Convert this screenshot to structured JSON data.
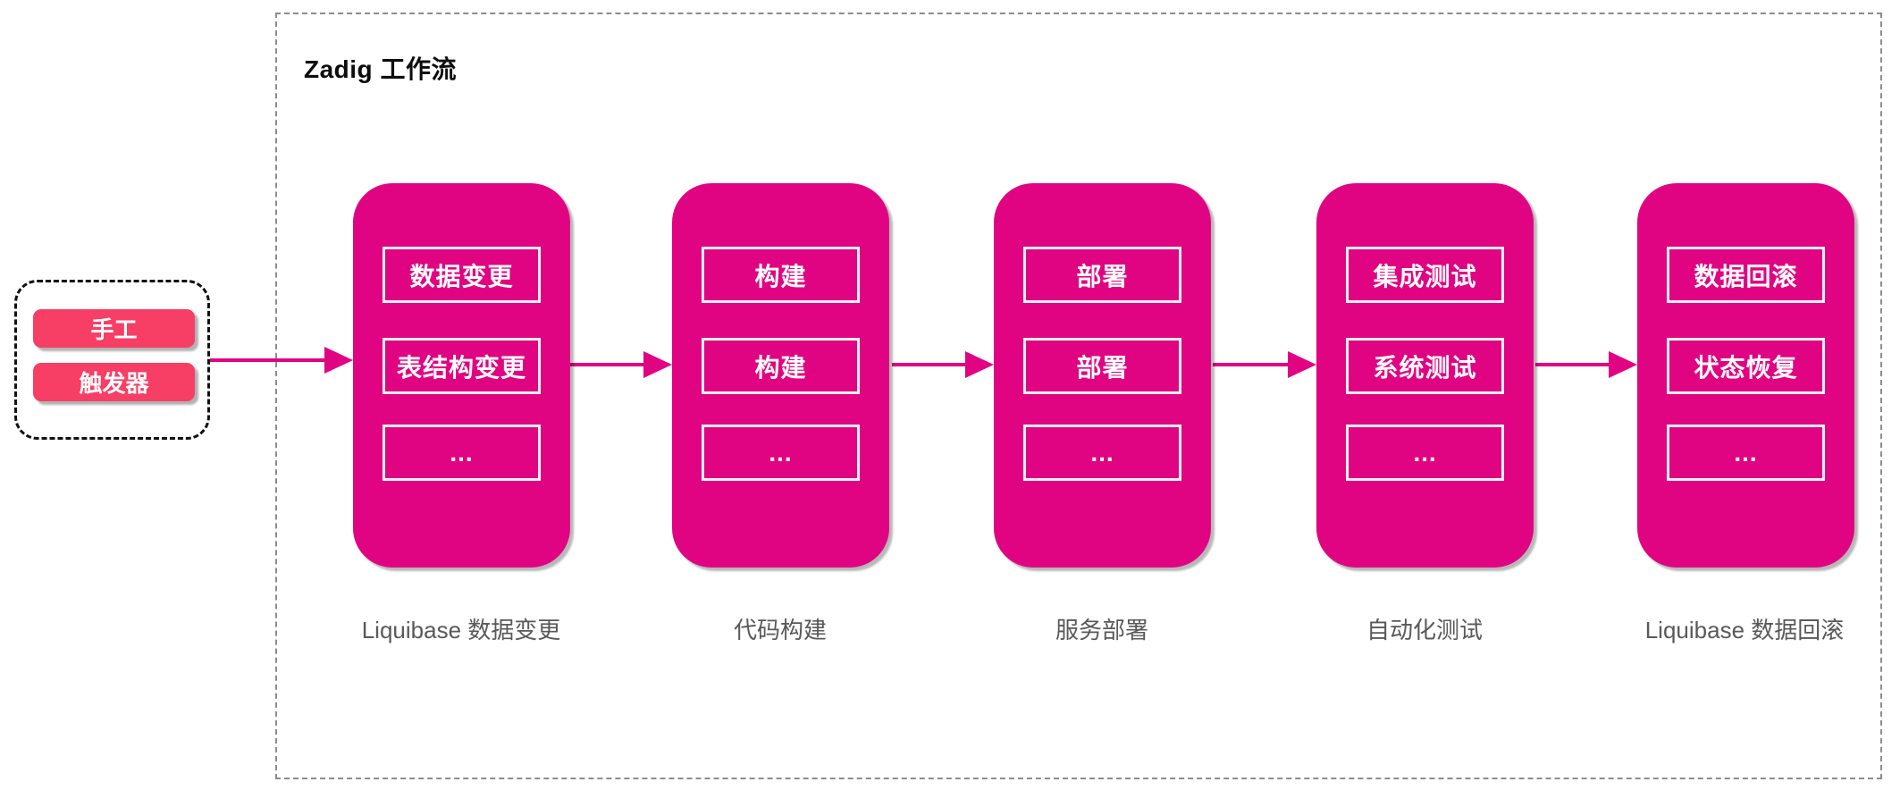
{
  "title": "Zadig 工作流",
  "colors": {
    "stage_fill": "#e00483",
    "trigger_fill": "#f73e65",
    "arrow": "#e00483",
    "label_text": "#595959",
    "container_border": "#8c8c8c",
    "trigger_border": "#111111"
  },
  "trigger_box": {
    "items": [
      {
        "label": "手工"
      },
      {
        "label": "触发器"
      }
    ]
  },
  "stages": [
    {
      "label": "Liquibase 数据变更",
      "steps": [
        "数据变更",
        "表结构变更",
        "..."
      ]
    },
    {
      "label": "代码构建",
      "steps": [
        "构建",
        "构建",
        "..."
      ]
    },
    {
      "label": "服务部署",
      "steps": [
        "部署",
        "部署",
        "..."
      ]
    },
    {
      "label": "自动化测试",
      "steps": [
        "集成测试",
        "系统测试",
        "..."
      ]
    },
    {
      "label": "Liquibase 数据回滚",
      "steps": [
        "数据回滚",
        "状态恢复",
        "..."
      ]
    }
  ]
}
